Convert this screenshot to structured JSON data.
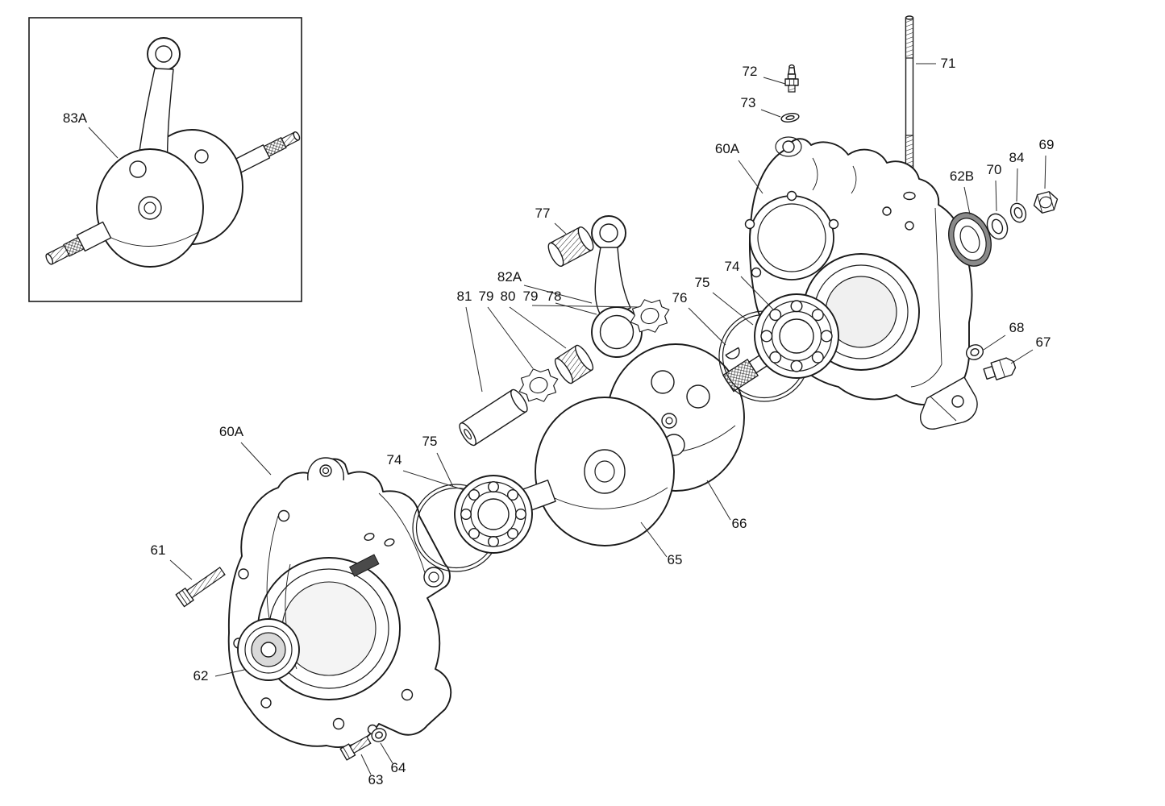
{
  "figure": {
    "kind": "exploded-parts-diagram",
    "subject": "Engine crankcase and crankshaft exploded view with numbered callouts"
  },
  "colors": {
    "line": "#1a1a1a",
    "background": "#ffffff",
    "shade_dark": "#4a4a4a",
    "shade_mid": "#8a8a8a",
    "shade_light": "#d9d9d9"
  },
  "callouts": {
    "c83A": "83A",
    "c72": "72",
    "c73": "73",
    "c71": "71",
    "c60A_right": "60A",
    "c62B": "62B",
    "c70": "70",
    "c84": "84",
    "c69": "69",
    "c77": "77",
    "c82A": "82A",
    "c81": "81",
    "c79a": "79",
    "c80": "80",
    "c79b": "79",
    "c78": "78",
    "c74_right": "74",
    "c75_right": "75",
    "c76": "76",
    "c68": "68",
    "c67": "67",
    "c60A_left": "60A",
    "c75_left": "75",
    "c74_left": "74",
    "c61": "61",
    "c66": "66",
    "c65": "65",
    "c62": "62",
    "c64": "64",
    "c63": "63"
  }
}
